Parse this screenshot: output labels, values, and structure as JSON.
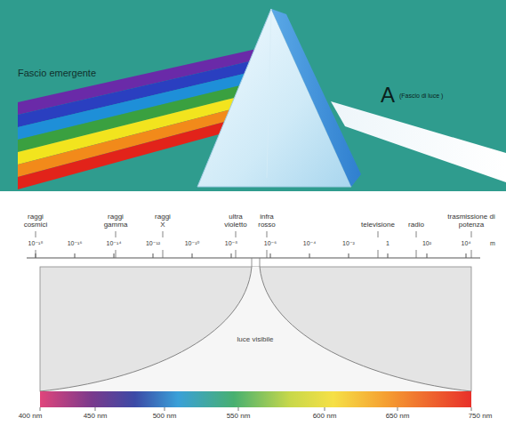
{
  "diagram": {
    "labels": [
      "Fascio emergente",
      "A",
      "(Fascio di luce )",
      "raggi cosmici",
      "raggi gamma",
      "raggi X",
      "ultra violetto",
      "infra rosso",
      "televisione",
      "radio",
      "trasmissione di potenza",
      "10⁻¹⁸",
      "10⁻¹⁶",
      "10⁻¹⁴",
      "10⁻¹²",
      "10⁻¹⁰",
      "10⁻⁸",
      "10⁻⁶",
      "10⁻⁴",
      "10⁻²",
      "1",
      "10²",
      "10⁴",
      "m",
      "luce visibile",
      "400 nm",
      "450 nm",
      "500 nm",
      "550 nm",
      "600 nm",
      "650 nm",
      "750 nm"
    ]
  }
}
